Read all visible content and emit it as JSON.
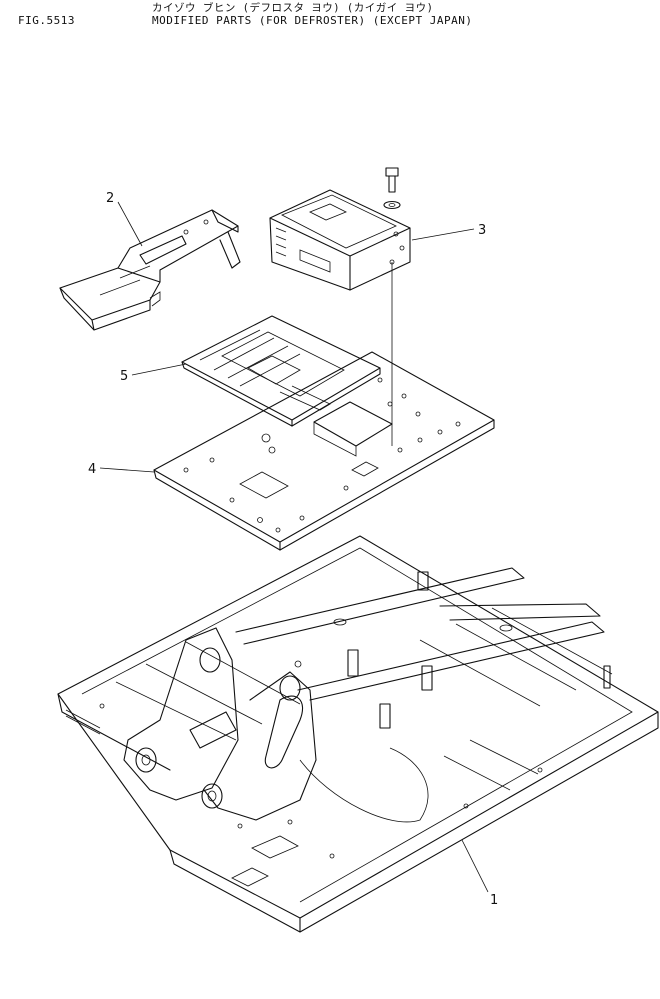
{
  "header": {
    "figure_number": "FIG.5513",
    "title_katakana": "カイゾウ ブヒン (デフロスタ ヨウ) (カイガイ ヨウ)",
    "title": "MODIFIED PARTS (FOR DEFROSTER) (EXCEPT JAPAN)"
  },
  "callouts": [
    {
      "id": "1",
      "label": "1"
    },
    {
      "id": "2",
      "label": "2"
    },
    {
      "id": "3",
      "label": "3"
    },
    {
      "id": "4",
      "label": "4"
    },
    {
      "id": "5",
      "label": "5"
    }
  ]
}
